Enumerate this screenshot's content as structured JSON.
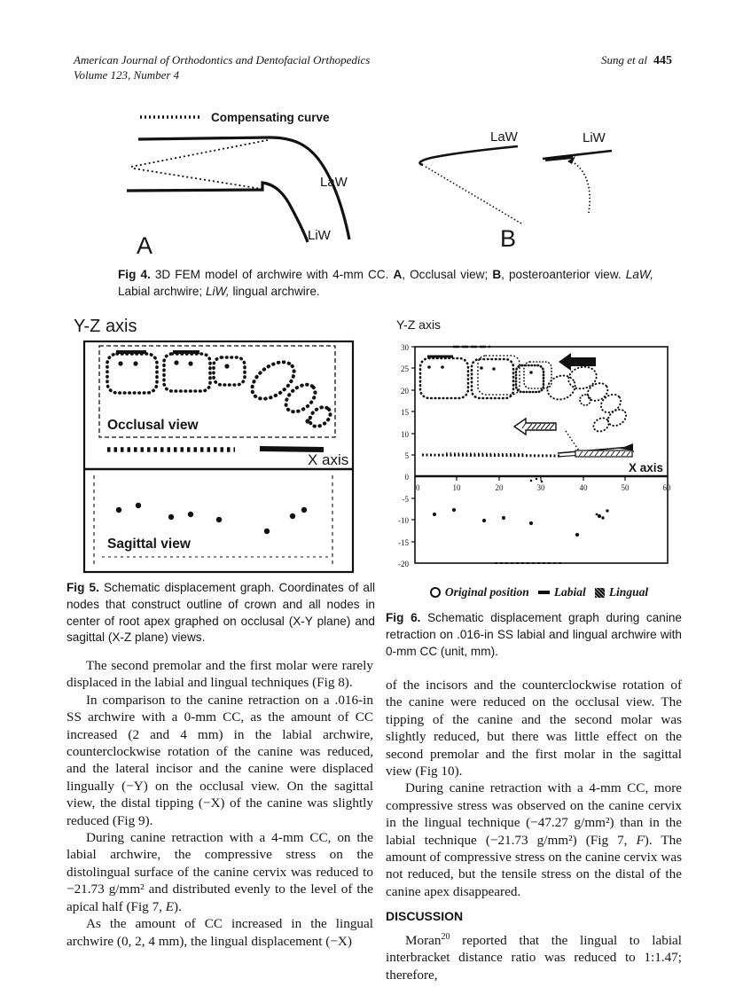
{
  "header": {
    "journal_line1": "American Journal of Orthodontics and Dentofacial Orthopedics",
    "journal_line2": "Volume 123, Number 4",
    "authors": "Sung et al",
    "page_number": "445"
  },
  "fig4": {
    "legend_label": "Compensating curve",
    "law_a": "LaW",
    "liw_a": "LiW",
    "law_b": "LaW",
    "liw_b": "LiW",
    "panel_a": "A",
    "panel_b": "B",
    "caption": {
      "label": "Fig 4.",
      "t1": " 3D FEM model of archwire with 4-mm CC. ",
      "a": "A",
      "t2": ", Occlusal view; ",
      "b": "B",
      "t3": ", posteroanterior view. ",
      "law": "LaW,",
      "t4": " Labial archwire; ",
      "liw": "LiW,",
      "t5": " lingual archwire."
    }
  },
  "fig5": {
    "yz_label": "Y-Z axis",
    "x_label": "X axis",
    "occlusal_label": "Occlusal view",
    "sagittal_label": "Sagittal view",
    "caption": {
      "label": "Fig 5.",
      "text": " Schematic displacement graph. Coordinates of all nodes that construct outline of crown and all nodes in center of root apex graphed on occlusal (X-Y plane) and sagittal (X-Z plane) views."
    }
  },
  "fig6": {
    "yz_label": "Y-Z axis",
    "x_label": "X axis",
    "yticks": [
      "30",
      "25",
      "20",
      "15",
      "10",
      "5",
      "0",
      "-5",
      "-10",
      "-15",
      "-20"
    ],
    "xticks": [
      "0",
      "10",
      "20",
      "30",
      "40",
      "50",
      "60"
    ],
    "legend": {
      "original": "Original position",
      "labial": "Labial",
      "lingual": "Lingual"
    },
    "caption": {
      "label": "Fig 6.",
      "text": " Schematic displacement graph during canine retraction on .016-in SS labial and lingual archwire with 0-mm CC (unit, mm)."
    },
    "chart_data": {
      "type": "scatter",
      "title": "Y-Z axis",
      "xlabel": "X axis",
      "xlim": [
        0,
        60
      ],
      "ylim": [
        -20,
        30
      ],
      "xticks": [
        0,
        10,
        20,
        30,
        40,
        50,
        60
      ],
      "yticks": [
        30,
        25,
        20,
        15,
        10,
        5,
        0,
        -5,
        -10,
        -15,
        -20
      ],
      "legend": [
        "Original position",
        "Labial",
        "Lingual"
      ],
      "occlusal_crown_outlines_y_range": [
        15,
        28
      ],
      "archwire_line_y": 5,
      "sagittal_apex_points": [
        [
          7,
          -9
        ],
        [
          10,
          -8
        ],
        [
          17,
          -10.5
        ],
        [
          22,
          -10
        ],
        [
          28,
          -11
        ],
        [
          40,
          -14
        ],
        [
          44,
          -10
        ],
        [
          46,
          -9
        ],
        [
          47,
          -8.5
        ]
      ]
    }
  },
  "body": {
    "left_p1": "The second premolar and the first molar were rarely displaced in the labial and lingual techniques (Fig 8).",
    "left_p2": "In comparison to the canine retraction on a .016-in SS archwire with a 0-mm CC, as the amount of CC increased (2 and 4 mm) in the labial archwire, counterclockwise rotation of the canine was reduced, and the lateral incisor and the canine were displaced lingually (−Y) on the occlusal view. On the sagittal view, the distal tipping (−X) of the canine was slightly reduced (Fig 9).",
    "left_p3": {
      "t1": "During canine retraction with a 4-mm CC, on the labial archwire, the compressive stress on the distolingual surface of the canine cervix was reduced to −21.73 g/mm² and distributed evenly to the level of the apical half (Fig 7, ",
      "ref": "E",
      "t2": ")."
    },
    "left_p4": "As the amount of CC increased in the lingual archwire (0, 2, 4 mm), the lingual displacement (−X)",
    "right_p1": "of the incisors and the counterclockwise rotation of the canine were reduced on the occlusal view. The tipping of the canine and the second molar was slightly reduced, but there was little effect on the second premolar and the first molar in the sagittal view (Fig 10).",
    "right_p2": {
      "t1": "During canine retraction with a 4-mm CC, more compressive stress was observed on the canine cervix in the lingual technique (−47.27 g/mm²) than in the labial technique (−21.73 g/mm²) (Fig 7, ",
      "ref": "F",
      "t2": "). The amount of compressive stress on the canine cervix was not reduced, but the tensile stress on the distal of the canine apex disappeared."
    },
    "discussion_heading": "DISCUSSION",
    "right_p3": {
      "t1": "Moran",
      "sup": "20",
      "t2": " reported that the lingual to labial interbracket distance ratio was reduced to 1:1.47; therefore,"
    }
  }
}
